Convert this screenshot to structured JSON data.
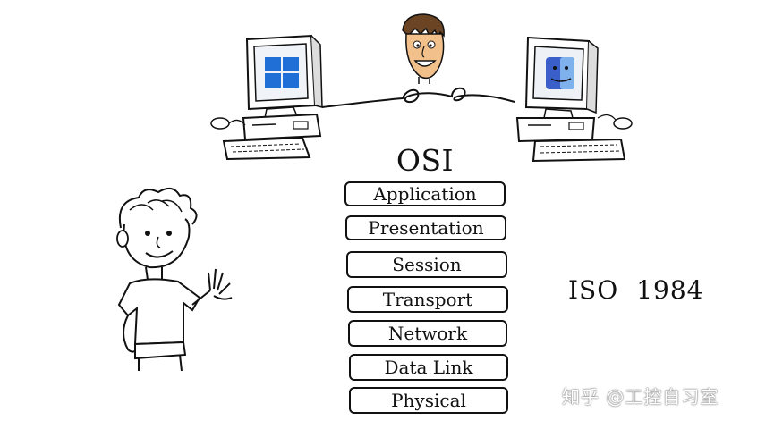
{
  "title": "OSI Model",
  "layers": [
    {
      "label": "Application"
    },
    {
      "label": "Presentation"
    },
    {
      "label": "Session"
    },
    {
      "label": "Transport"
    },
    {
      "label": "Network"
    },
    {
      "label": "Data Link"
    },
    {
      "label": "Physical"
    }
  ],
  "standard": {
    "org": "ISO",
    "year": "1984"
  },
  "watermark": "知乎 @工控自习室",
  "icons": {
    "left_computer": "windows-computer-icon",
    "right_computer": "mac-computer-icon",
    "top_character": "cartoon-man-head-icon",
    "left_character": "waving-boy-icon",
    "cable": "network-cable-icon"
  },
  "colors": {
    "windows_blue": "#1f6fd6",
    "mac_blue": "#3a5fc8",
    "ink": "#111111"
  }
}
